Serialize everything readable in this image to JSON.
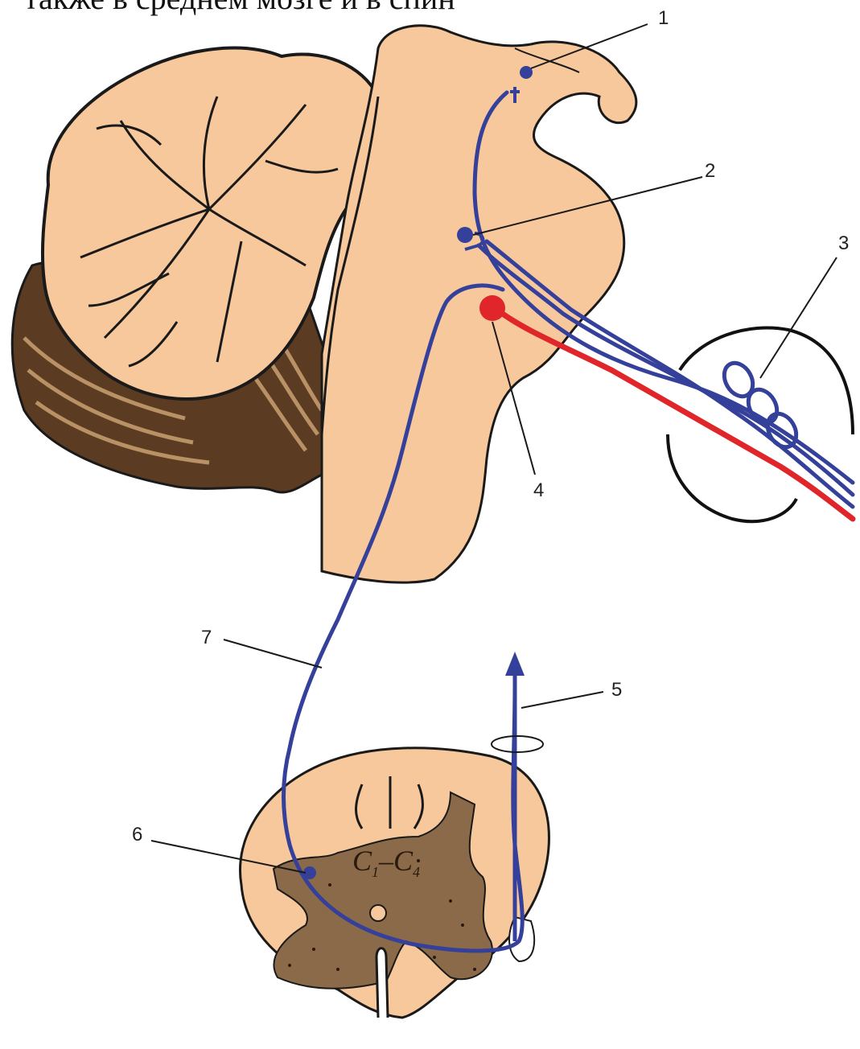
{
  "caption": "также в среднем мозге и в спин",
  "segment_label": {
    "c1": "C",
    "c1_sub": "1",
    "dash": "–",
    "c4": "C",
    "c4_sub": "4"
  },
  "labels": {
    "l1": "1",
    "l2": "2",
    "l3": "3",
    "l4": "4",
    "l5": "5",
    "l6": "6",
    "l7": "7"
  },
  "colors": {
    "tissue": "#f7c89b",
    "gray_matter": "#8a6a48",
    "pathway_blue": "#35409b",
    "pathway_red": "#e0262a",
    "outline": "#1a1a1a"
  }
}
